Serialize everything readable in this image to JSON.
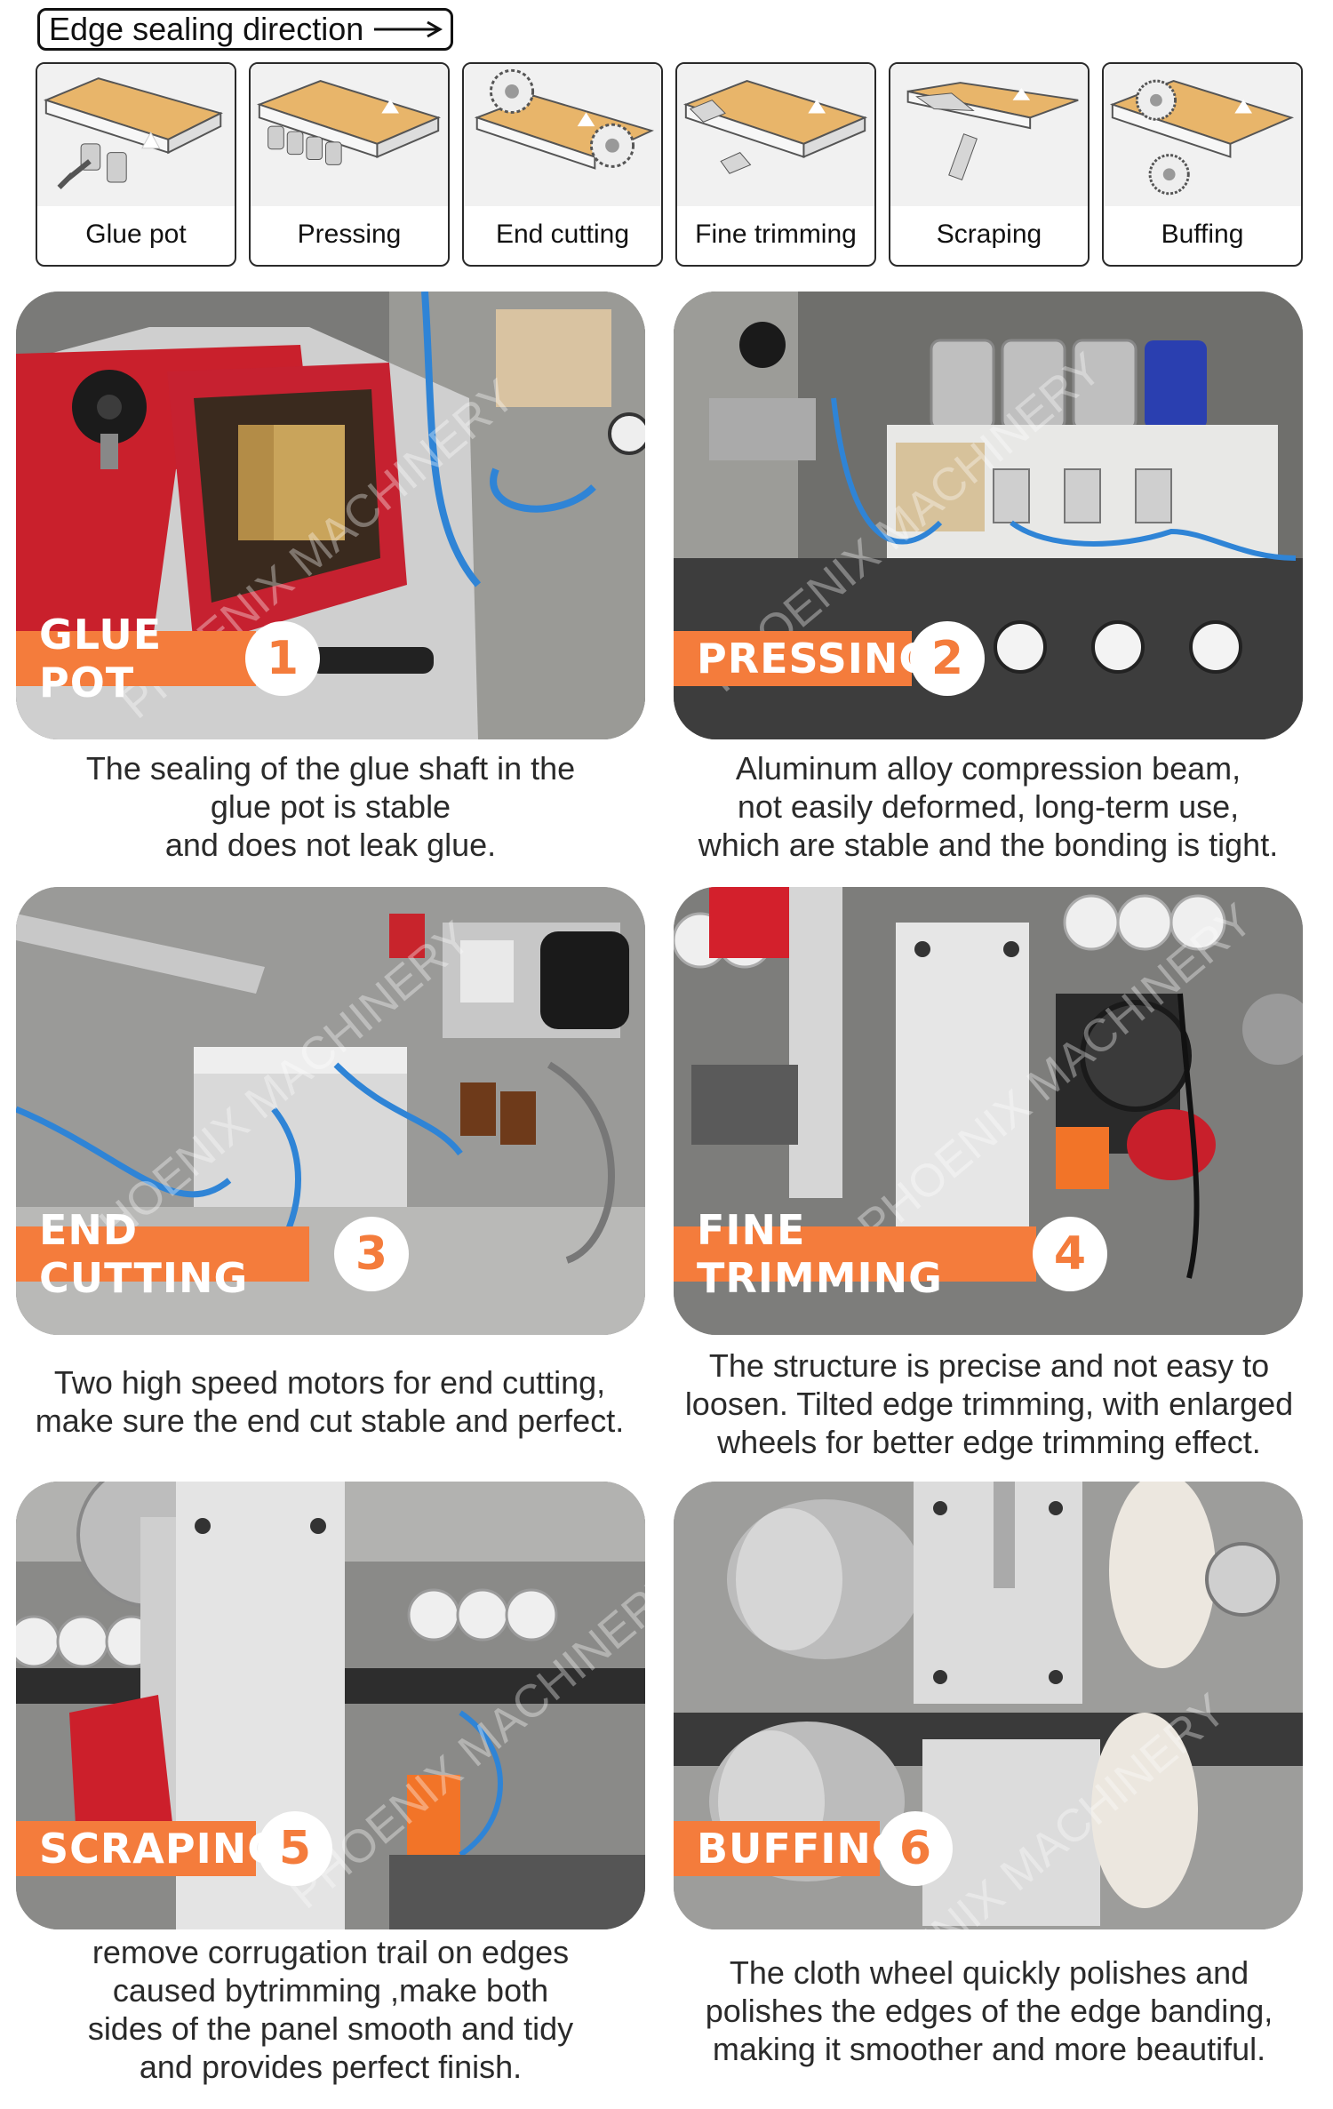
{
  "header": {
    "direction_label": "Edge sealing direction"
  },
  "steps": [
    {
      "label": "Glue pot"
    },
    {
      "label": "Pressing"
    },
    {
      "label": "End cutting"
    },
    {
      "label": "Fine trimming"
    },
    {
      "label": "Scraping"
    },
    {
      "label": "Buffing"
    }
  ],
  "sections": [
    {
      "title": "GLUE POT",
      "number": "1",
      "lines": [
        "The sealing of the glue shaft in the",
        "glue pot is stable",
        "and does not leak glue."
      ]
    },
    {
      "title": "PRESSING",
      "number": "2",
      "lines": [
        "Aluminum alloy compression beam,",
        "not easily deformed, long-term use,",
        "which are stable and the bonding is tight."
      ]
    },
    {
      "title": "END CUTTING",
      "number": "3",
      "lines": [
        "Two high speed motors for end cutting,",
        "make sure the end cut stable and perfect."
      ]
    },
    {
      "title": "FINE TRIMMING",
      "number": "4",
      "lines": [
        "The structure is precise and not easy to",
        "loosen. Tilted edge trimming, with enlarged",
        "wheels for better edge trimming effect."
      ]
    },
    {
      "title": "SCRAPING",
      "number": "5",
      "lines": [
        "remove corrugation trail on edges",
        "caused bytrimming ,make both",
        "sides of the panel smooth and tidy",
        "and provides perfect finish."
      ]
    },
    {
      "title": "BUFFING",
      "number": "6",
      "lines": [
        "The cloth wheel quickly polishes and",
        "polishes the edges of the edge banding,",
        "making it smoother and more beautiful."
      ]
    }
  ],
  "watermark": "PHOENIX MACHINERY",
  "colors": {
    "accent": "#f47c3c",
    "board": "#e8b56a",
    "red_machine": "#d8232f"
  }
}
